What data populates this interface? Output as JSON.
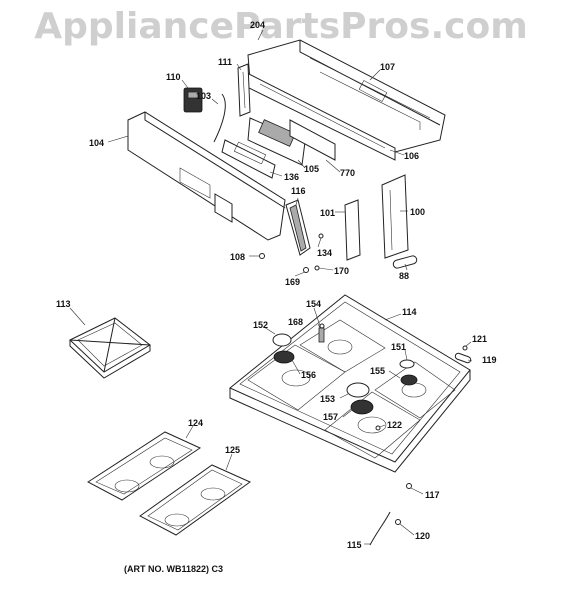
{
  "watermark": "AppliancePartsPros.com",
  "art_number": "(ART NO. WB11822) C3",
  "callouts": [
    {
      "id": "c204",
      "label": "204"
    },
    {
      "id": "c111",
      "label": "111"
    },
    {
      "id": "c107",
      "label": "107"
    },
    {
      "id": "c110",
      "label": "110"
    },
    {
      "id": "c103",
      "label": "103"
    },
    {
      "id": "c104",
      "label": "104"
    },
    {
      "id": "c105",
      "label": "105"
    },
    {
      "id": "c106",
      "label": "106"
    },
    {
      "id": "c770",
      "label": "770"
    },
    {
      "id": "c136",
      "label": "136"
    },
    {
      "id": "c116",
      "label": "116"
    },
    {
      "id": "c101",
      "label": "101"
    },
    {
      "id": "c100",
      "label": "100"
    },
    {
      "id": "c134",
      "label": "134"
    },
    {
      "id": "c108",
      "label": "108"
    },
    {
      "id": "c170",
      "label": "170"
    },
    {
      "id": "c88",
      "label": "88"
    },
    {
      "id": "c169",
      "label": "169"
    },
    {
      "id": "c113",
      "label": "113"
    },
    {
      "id": "c154",
      "label": "154"
    },
    {
      "id": "c114",
      "label": "114"
    },
    {
      "id": "c152",
      "label": "152"
    },
    {
      "id": "c168",
      "label": "168"
    },
    {
      "id": "c121",
      "label": "121"
    },
    {
      "id": "c151",
      "label": "151"
    },
    {
      "id": "c119",
      "label": "119"
    },
    {
      "id": "c156",
      "label": "156"
    },
    {
      "id": "c155",
      "label": "155"
    },
    {
      "id": "c153",
      "label": "153"
    },
    {
      "id": "c157",
      "label": "157"
    },
    {
      "id": "c122",
      "label": "122"
    },
    {
      "id": "c124",
      "label": "124"
    },
    {
      "id": "c125",
      "label": "125"
    },
    {
      "id": "c117",
      "label": "117"
    },
    {
      "id": "c120",
      "label": "120"
    },
    {
      "id": "c115",
      "label": "115"
    }
  ]
}
